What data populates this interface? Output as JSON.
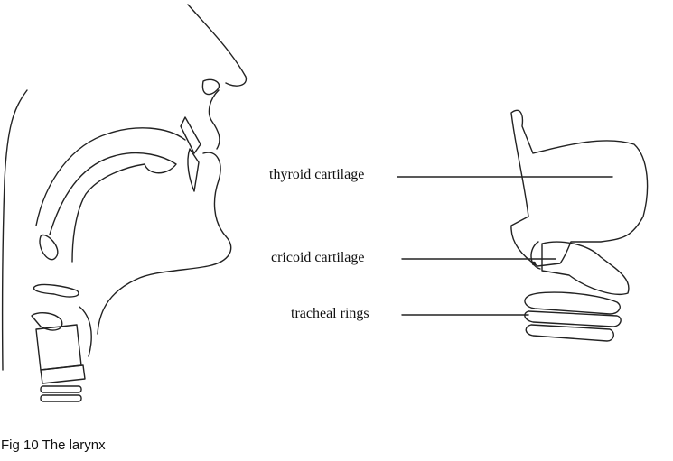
{
  "labels": {
    "thyroid": "thyroid cartilage",
    "cricoid": "cricoid cartilage",
    "tracheal": "tracheal rings"
  },
  "caption": "Fig 10 The larynx"
}
